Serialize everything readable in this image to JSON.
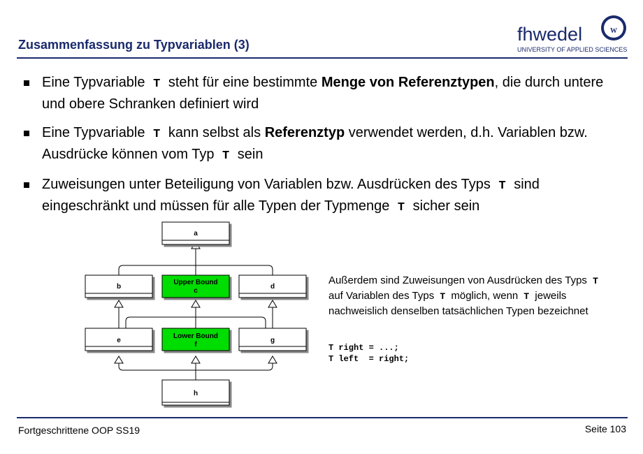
{
  "header": {
    "title": "Zusammenfassung zu Typvariablen (3)",
    "logo_text": "fhwedel",
    "logo_sub": "UNIVERSITY OF APPLIED SCIENCES",
    "logo_emblem": "W"
  },
  "bullets": [
    {
      "parts": [
        "Eine Typvariable ",
        "T",
        " steht für eine bestimmte ",
        "Menge von Referenztypen",
        ", die durch untere und obere Schranken definiert wird"
      ]
    },
    {
      "parts": [
        "Eine Typvariable ",
        "T",
        " kann selbst als ",
        "Referenztyp",
        " verwendet werden, d.h. Variablen bzw. Ausdrücke können vom Typ ",
        "T",
        " sein"
      ]
    },
    {
      "parts": [
        "Zuweisungen unter Beteiligung von Variablen bzw. Ausdrücken des Typs ",
        "T",
        " sind eingeschränkt und müssen für alle Typen der Typmenge ",
        "T",
        " sicher sein"
      ]
    }
  ],
  "diagram": {
    "nodes": {
      "a": {
        "label": "a"
      },
      "b": {
        "label": "b"
      },
      "c": {
        "label": "c",
        "stereotype": "Upper Bound"
      },
      "d": {
        "label": "d"
      },
      "e": {
        "label": "e"
      },
      "f": {
        "label": "f",
        "stereotype": "Lower Bound"
      },
      "g": {
        "label": "g"
      },
      "h": {
        "label": "h"
      }
    },
    "highlight_color": "#00dd00"
  },
  "side_text": {
    "p1": "Außerdem sind Zuweisungen von Ausdrücken des Typs ",
    "t1": "T",
    "p2": " auf Variablen des Typs ",
    "t2": "T",
    "p3": " möglich, wenn ",
    "t3": "T",
    "p4": " jeweils nachweislich denselben tatsächlichen Typen bezeichnet"
  },
  "code": {
    "line1": "T right = ...;",
    "line2": "T left  = right;"
  },
  "footer": {
    "left": "Fortgeschrittene OOP SS19",
    "right": "Seite 103"
  }
}
